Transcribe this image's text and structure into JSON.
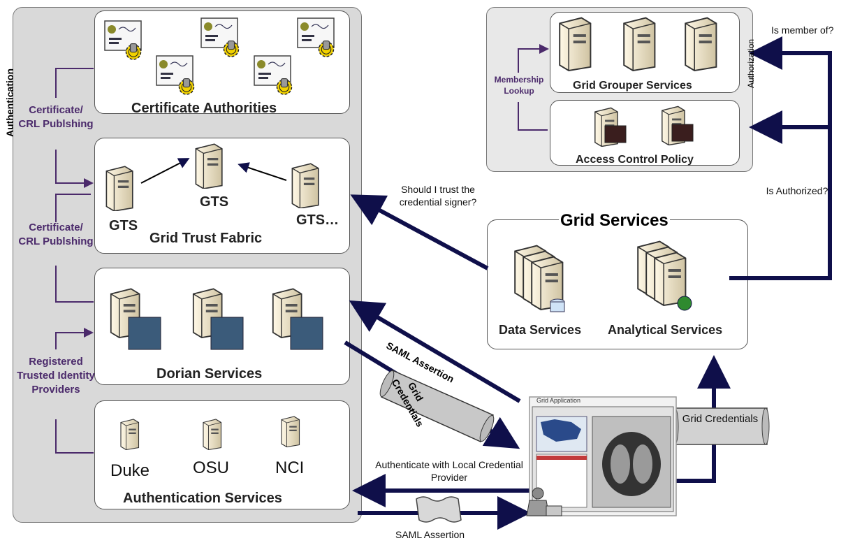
{
  "authentication": {
    "label": "Authentication",
    "certificate_authorities": "Certificate Authorities",
    "grid_trust_fabric": "Grid Trust Fabric",
    "dorian_services": "Dorian Services",
    "authentication_services": "Authentication Services",
    "gts_labels": [
      "GTS",
      "GTS",
      "GTS…"
    ],
    "identity_providers": [
      "Duke",
      "OSU",
      "NCI"
    ],
    "side_labels": {
      "cert_crl_1": "Certificate/ CRL Publshing",
      "cert_crl_2": "Certificate/ CRL Publshing",
      "registered": "Registered Trusted Identity Providers"
    }
  },
  "authorization": {
    "label": "Authorization",
    "grid_grouper": "Grid Grouper Services",
    "access_control": "Access Control Policy",
    "membership_lookup": "Membership Lookup"
  },
  "grid_services": {
    "title": "Grid Services",
    "data_services": "Data Services",
    "analytical_services": "Analytical Services"
  },
  "flows": {
    "is_member_of": "Is member of?",
    "is_authorized": "Is Authorized?",
    "should_trust": "Should I trust the credential signer?",
    "authenticate_with": "Authenticate with Local Credential Provider",
    "saml_assertion_bottom": "SAML Assertion"
  },
  "scrolls": {
    "saml_assertion": "SAML Assertion",
    "grid_credentials_diag": "Grid Credentials",
    "grid_credentials": "Grid Credentials"
  },
  "grid_application": {
    "window_title": "Grid Application"
  },
  "colors": {
    "arrow_navy": "#0f0f4a",
    "purple_line": "#4b2a6b",
    "panel_gray": "#d9d9d9",
    "server_beige": "#ece3c8"
  }
}
